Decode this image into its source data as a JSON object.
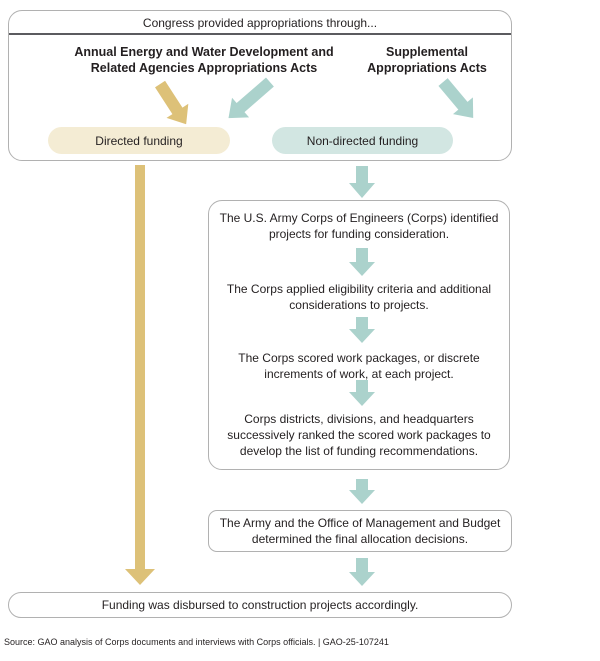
{
  "colors": {
    "directed_accent": "#ddc178",
    "directed_pill_bg": "#f4ecd4",
    "non_directed_accent": "#abd2cc",
    "non_directed_pill_bg": "#d2e6e2",
    "box_border": "#b1b1b1",
    "header_divider": "#5b5b5f",
    "text": "#231f20"
  },
  "congress": {
    "header": "Congress provided appropriations through...",
    "annual_acts": {
      "line1": "Annual Energy and Water Development and",
      "line2": "Related Agencies Appropriations Acts"
    },
    "supplemental_acts": {
      "line1": "Supplemental",
      "line2": "Appropriations Acts"
    },
    "directed_pill": "Directed funding",
    "non_directed_pill": "Non-directed funding"
  },
  "corps_process": {
    "steps": [
      {
        "line1": "The U.S. Army Corps of Engineers (Corps) identified",
        "line2": "projects for funding consideration."
      },
      {
        "line1": "The Corps applied eligibility criteria and additional",
        "line2": "considerations to projects."
      },
      {
        "line1": "The Corps scored work packages, or discrete",
        "line2": "increments of work, at each project."
      },
      {
        "line1": "Corps districts, divisions, and headquarters",
        "line2": "successively ranked the scored work packages to",
        "line3": "develop the list of funding recommendations."
      }
    ]
  },
  "allocation": {
    "line1": "The Army and the Office of Management and Budget",
    "line2": "determined the final allocation decisions."
  },
  "disbursement": "Funding was disbursed to construction projects accordingly.",
  "source_note": "Source: GAO analysis of Corps documents and interviews with Corps officials.  |  GAO-25-107241"
}
